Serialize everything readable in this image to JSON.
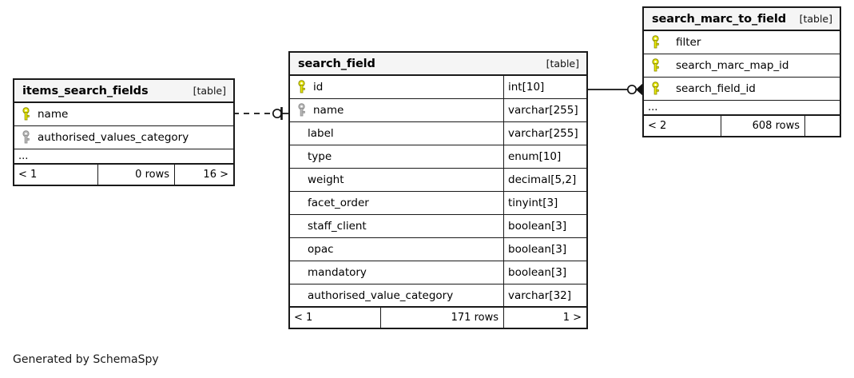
{
  "diagram": {
    "type": "entity-relationship-diagram",
    "generator_credit": "Generated by SchemaSpy",
    "table_tag": "[table]",
    "ellipsis": "...",
    "colors": {
      "primary_key": "#e9e900",
      "index_key": "#b3b3b3",
      "border": "#1a1a1a",
      "header_background": "#f5f5f5",
      "page_background": "#ffffff"
    }
  },
  "tables": {
    "items_search_fields": {
      "name": "items_search_fields",
      "tag": "[table]",
      "columns": [
        {
          "name": "name",
          "type": "",
          "key": "primary"
        },
        {
          "name": "authorised_values_category",
          "type": "",
          "key": "index"
        }
      ],
      "more_indicator": "...",
      "footer": {
        "left": "< 1",
        "middle": "0 rows",
        "right": "16 >"
      }
    },
    "search_field": {
      "name": "search_field",
      "tag": "[table]",
      "columns": [
        {
          "name": "id",
          "type": "int[10]",
          "key": "primary"
        },
        {
          "name": "name",
          "type": "varchar[255]",
          "key": "index"
        },
        {
          "name": "label",
          "type": "varchar[255]",
          "key": "none"
        },
        {
          "name": "type",
          "type": "enum[10]",
          "key": "none"
        },
        {
          "name": "weight",
          "type": "decimal[5,2]",
          "key": "none"
        },
        {
          "name": "facet_order",
          "type": "tinyint[3]",
          "key": "none"
        },
        {
          "name": "staff_client",
          "type": "boolean[3]",
          "key": "none"
        },
        {
          "name": "opac",
          "type": "boolean[3]",
          "key": "none"
        },
        {
          "name": "mandatory",
          "type": "boolean[3]",
          "key": "none"
        },
        {
          "name": "authorised_value_category",
          "type": "varchar[32]",
          "key": "none"
        }
      ],
      "footer": {
        "left": "< 1",
        "middle": "171 rows",
        "right": "1 >"
      }
    },
    "search_marc_to_field": {
      "name": "search_marc_to_field",
      "tag": "[table]",
      "columns": [
        {
          "name": "filter",
          "type": "",
          "key": "primary"
        },
        {
          "name": "search_marc_map_id",
          "type": "",
          "key": "primary"
        },
        {
          "name": "search_field_id",
          "type": "",
          "key": "primary"
        }
      ],
      "more_indicator": "...",
      "footer": {
        "left": "< 2",
        "middle": "608 rows",
        "right": ""
      }
    }
  },
  "relationships": [
    {
      "id": "rel-items-search-fields-to-search-field",
      "from_table": "items_search_fields",
      "from_column": "name",
      "to_table": "search_field",
      "to_column": "name",
      "line_style": "dashed",
      "end_marker": "zero-or-one"
    },
    {
      "id": "rel-search-field-to-search-marc-to-field",
      "from_table": "search_field",
      "from_column": "id",
      "to_table": "search_marc_to_field",
      "to_column": "search_field_id",
      "line_style": "solid",
      "end_marker": "zero-or-many"
    }
  ]
}
